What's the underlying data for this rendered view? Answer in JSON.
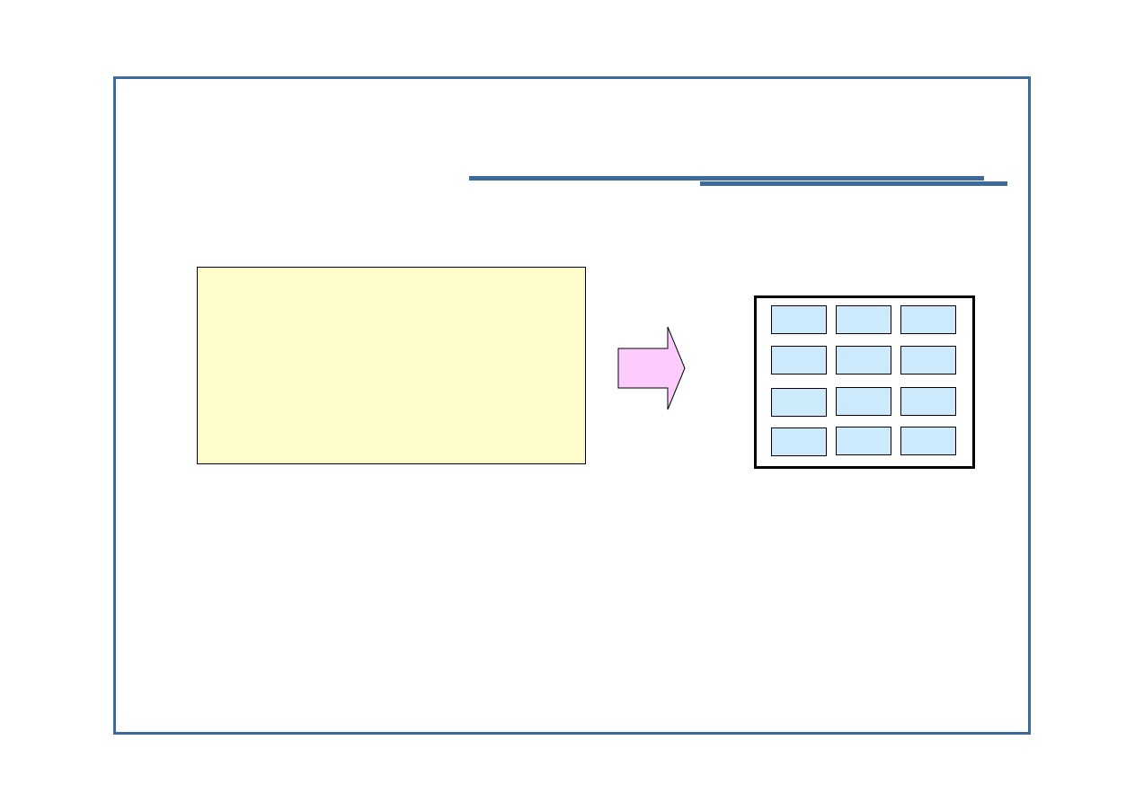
{
  "colors": {
    "frame": "#3b6a9b",
    "source_box_fill": "#fefcc8",
    "arrow_fill": "#fdccfd",
    "cell_fill": "#cdeafd",
    "outline": "#000000"
  },
  "diagram": {
    "arrow_direction": "right",
    "grid": {
      "rows": 4,
      "columns": 3
    }
  }
}
